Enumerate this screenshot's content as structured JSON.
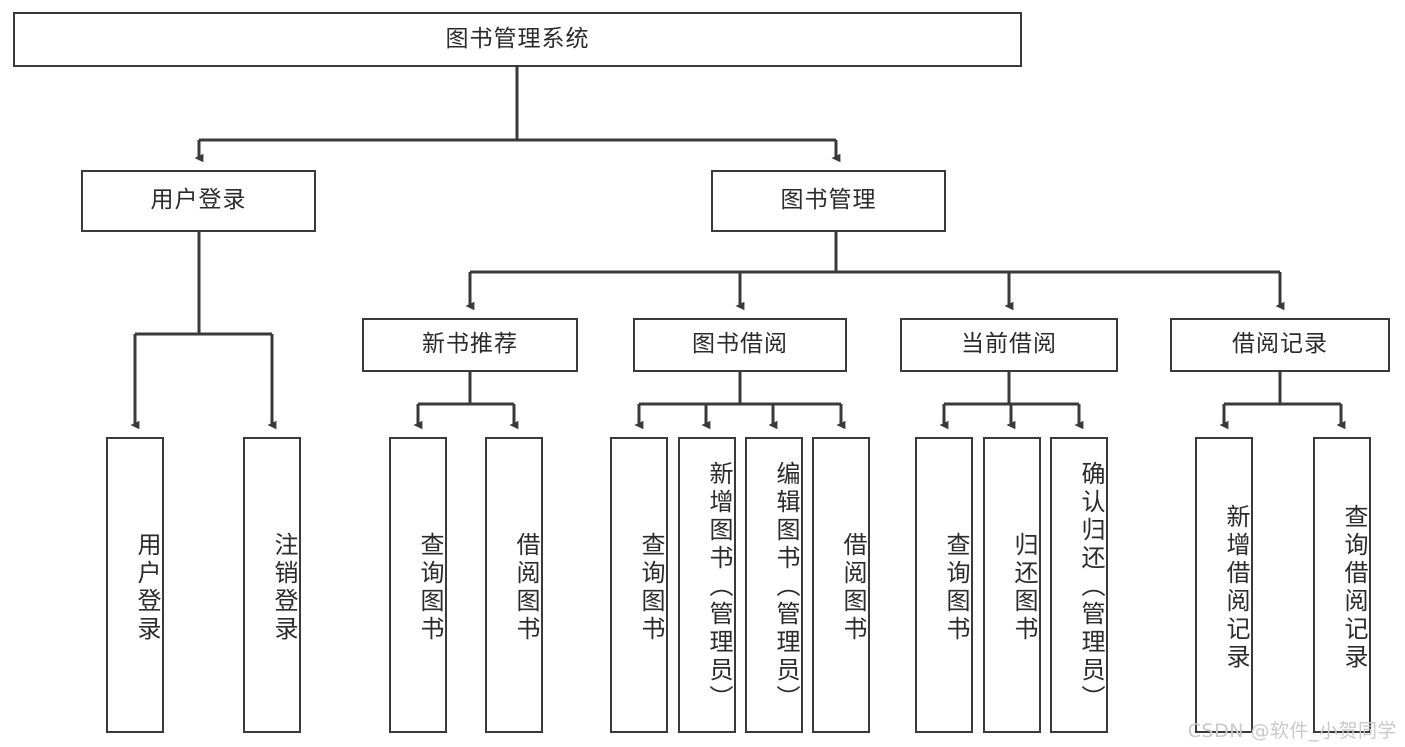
{
  "diagram": {
    "type": "tree-hierarchy",
    "title": "图书管理系统",
    "watermark": "CSDN @软件_小贺同学",
    "colors": {
      "box_border": "#3a3a3a",
      "box_fill": "#ffffff",
      "edge": "#3a3a3a",
      "text": "#2b2b2b",
      "watermark": "#c9c9c9",
      "background": "#ffffff"
    },
    "nodes": {
      "root": {
        "label": "图书管理系统",
        "level": 0,
        "orientation": "horizontal"
      },
      "user_login": {
        "label": "用户登录",
        "level": 1,
        "orientation": "horizontal"
      },
      "book_manage": {
        "label": "图书管理",
        "level": 1,
        "orientation": "horizontal"
      },
      "new_book_rec": {
        "label": "新书推荐",
        "level": 2,
        "orientation": "horizontal"
      },
      "book_borrow": {
        "label": "图书借阅",
        "level": 2,
        "orientation": "horizontal"
      },
      "current_borrow": {
        "label": "当前借阅",
        "level": 2,
        "orientation": "horizontal"
      },
      "borrow_record": {
        "label": "借阅记录",
        "level": 2,
        "orientation": "horizontal"
      },
      "leaf_user_login": {
        "label": "用户登录",
        "level": 3,
        "orientation": "vertical"
      },
      "leaf_logout": {
        "label": "注销登录",
        "level": 3,
        "orientation": "vertical"
      },
      "leaf_query_book_1": {
        "label": "查询图书",
        "level": 3,
        "orientation": "vertical"
      },
      "leaf_borrow_book_1": {
        "label": "借阅图书",
        "level": 3,
        "orientation": "vertical"
      },
      "leaf_query_book_2": {
        "label": "查询图书",
        "level": 3,
        "orientation": "vertical"
      },
      "leaf_add_book": {
        "label": "新增图书（管理员）",
        "level": 3,
        "orientation": "vertical"
      },
      "leaf_edit_book": {
        "label": "编辑图书（管理员）",
        "level": 3,
        "orientation": "vertical"
      },
      "leaf_borrow_book_2": {
        "label": "借阅图书",
        "level": 3,
        "orientation": "vertical"
      },
      "leaf_query_book_3": {
        "label": "查询图书",
        "level": 3,
        "orientation": "vertical"
      },
      "leaf_return_book": {
        "label": "归还图书",
        "level": 3,
        "orientation": "vertical"
      },
      "leaf_confirm_return": {
        "label": "确认归还（管理员）",
        "level": 3,
        "orientation": "vertical"
      },
      "leaf_add_record": {
        "label": "新增借阅记录",
        "level": 3,
        "orientation": "vertical"
      },
      "leaf_query_record": {
        "label": "查询借阅记录",
        "level": 3,
        "orientation": "vertical"
      }
    },
    "edges": [
      {
        "from": "root",
        "to": "user_login"
      },
      {
        "from": "root",
        "to": "book_manage"
      },
      {
        "from": "user_login",
        "to": "leaf_user_login"
      },
      {
        "from": "user_login",
        "to": "leaf_logout"
      },
      {
        "from": "book_manage",
        "to": "new_book_rec"
      },
      {
        "from": "book_manage",
        "to": "book_borrow"
      },
      {
        "from": "book_manage",
        "to": "current_borrow"
      },
      {
        "from": "book_manage",
        "to": "borrow_record"
      },
      {
        "from": "new_book_rec",
        "to": "leaf_query_book_1"
      },
      {
        "from": "new_book_rec",
        "to": "leaf_borrow_book_1"
      },
      {
        "from": "book_borrow",
        "to": "leaf_query_book_2"
      },
      {
        "from": "book_borrow",
        "to": "leaf_add_book"
      },
      {
        "from": "book_borrow",
        "to": "leaf_edit_book"
      },
      {
        "from": "book_borrow",
        "to": "leaf_borrow_book_2"
      },
      {
        "from": "current_borrow",
        "to": "leaf_query_book_3"
      },
      {
        "from": "current_borrow",
        "to": "leaf_return_book"
      },
      {
        "from": "current_borrow",
        "to": "leaf_confirm_return"
      },
      {
        "from": "borrow_record",
        "to": "leaf_add_record"
      },
      {
        "from": "borrow_record",
        "to": "leaf_query_record"
      }
    ]
  }
}
